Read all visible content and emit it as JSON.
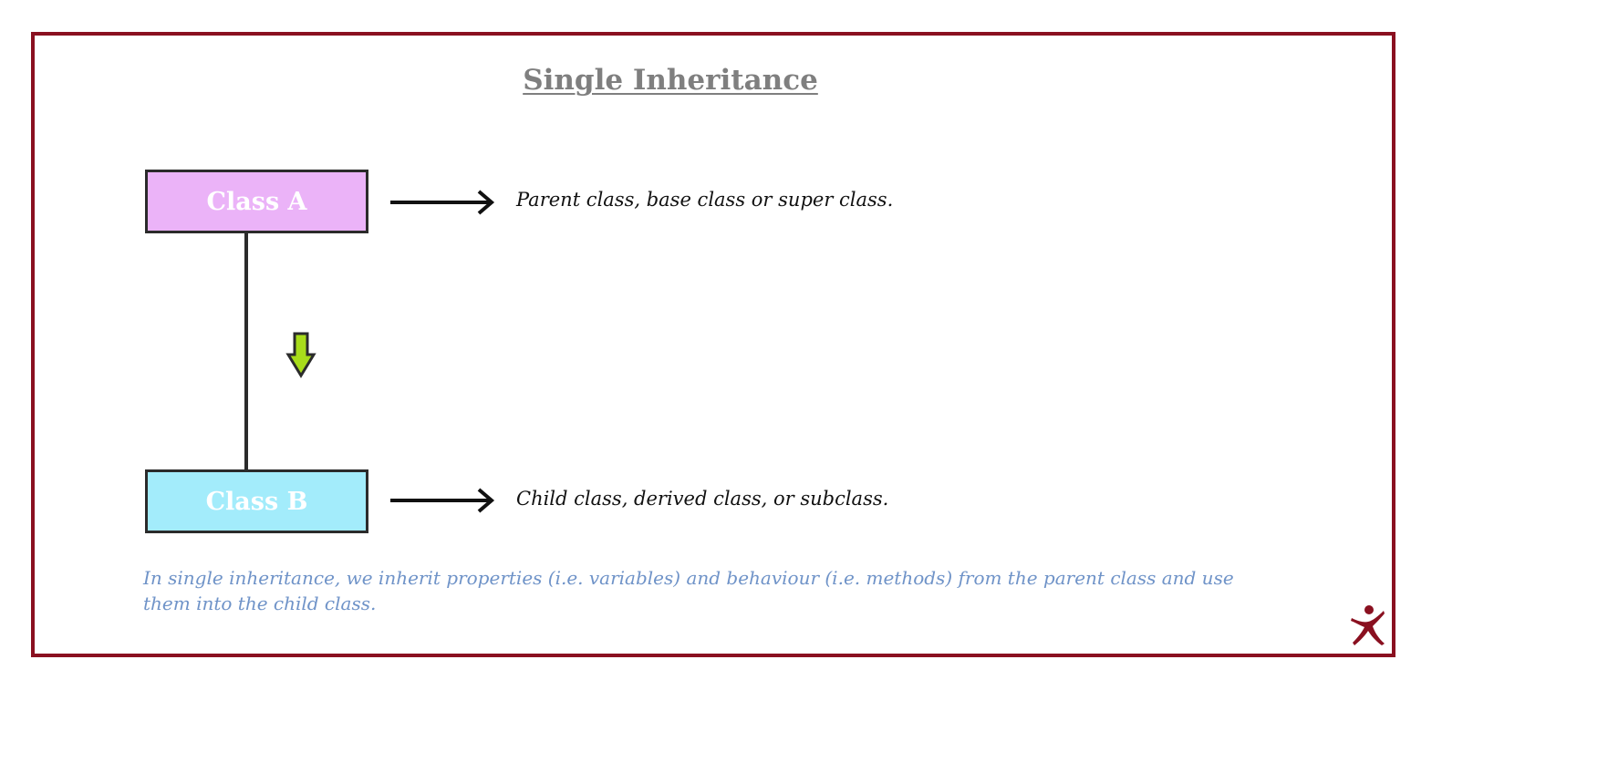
{
  "title": "Single Inheritance",
  "classes": {
    "parent": {
      "label": "Class A",
      "description": "Parent class, base class or super class.",
      "fill": "#ebb3f8"
    },
    "child": {
      "label": "Class B",
      "description": "Child class, derived class, or subclass.",
      "fill": "#a3ecfb"
    }
  },
  "footnote": "In single inheritance, we inherit properties (i.e. variables) and behaviour (i.e. methods) from the parent class and use them into the child class.",
  "colors": {
    "frame": "#8a1020",
    "title": "#7f7f7f",
    "footnote": "#6f93c8",
    "inherit_arrow": "#a8dc1a",
    "logo": "#8a1020"
  },
  "icons": {
    "inherit_arrow": "down-arrow-icon",
    "logo": "person-logo-icon"
  }
}
